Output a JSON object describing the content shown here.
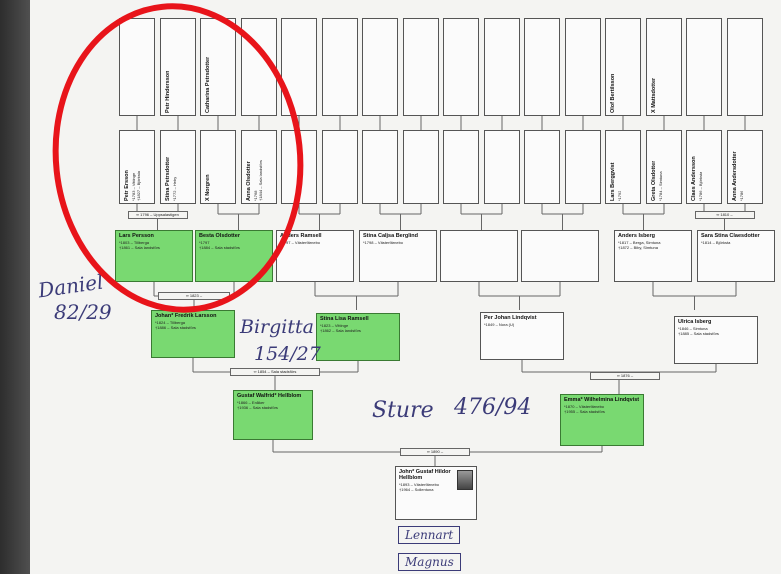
{
  "gen5": [
    {
      "name": "",
      "sub": ""
    },
    {
      "name": "Petr Hindersson",
      "sub": ""
    },
    {
      "name": "Catharina Petrsdotter",
      "sub": ""
    },
    {
      "name": "",
      "sub": ""
    },
    {
      "name": "",
      "sub": ""
    },
    {
      "name": "",
      "sub": ""
    },
    {
      "name": "",
      "sub": ""
    },
    {
      "name": "",
      "sub": ""
    },
    {
      "name": "",
      "sub": ""
    },
    {
      "name": "",
      "sub": ""
    },
    {
      "name": "",
      "sub": ""
    },
    {
      "name": "",
      "sub": ""
    },
    {
      "name": "Olof Bertilsson",
      "sub": ""
    },
    {
      "name": "X Mattsdotter",
      "sub": ""
    },
    {
      "name": "",
      "sub": ""
    },
    {
      "name": "",
      "sub": ""
    }
  ],
  "gen4": [
    {
      "name": "Petr Ersson",
      "sub": "*1783 – Vittinge\n†1827 – Björksta"
    },
    {
      "name": "Stina Petrsdotter",
      "sub": "*1772 – Heby"
    },
    {
      "name": "X Norgren",
      "sub": ""
    },
    {
      "name": "Anna Olsdotter",
      "sub": "*1768\n†1844 – Sala landsförs"
    },
    {
      "name": "",
      "sub": ""
    },
    {
      "name": "",
      "sub": ""
    },
    {
      "name": "",
      "sub": ""
    },
    {
      "name": "",
      "sub": ""
    },
    {
      "name": "",
      "sub": ""
    },
    {
      "name": "",
      "sub": ""
    },
    {
      "name": "",
      "sub": ""
    },
    {
      "name": "",
      "sub": ""
    },
    {
      "name": "Lars Berggvist",
      "sub": "*1792"
    },
    {
      "name": "Greta Olsdotter",
      "sub": "*1784 – Simtuna"
    },
    {
      "name": "Claes Andersson",
      "sub": "*1786 – Björksta"
    },
    {
      "name": "Anna Andersdotter",
      "sub": "*1786"
    }
  ],
  "marriages_g4": [
    "∞ 1796 – Uppsalastigen",
    "",
    "",
    "",
    "",
    "",
    "",
    "∞ 1810 –"
  ],
  "gen3": [
    {
      "name": "Lars Persson",
      "sub": "*1803 – Tillberga\n†1861 – Sala landsförs"
    },
    {
      "name": "Besta Olsdotter",
      "sub": "*1797\n†1884 – Sala stadsförs"
    },
    {
      "name": "Anders Ramsell",
      "sub": "*1797 – Västerfärnebo"
    },
    {
      "name": "Stina Caljsa Berglind",
      "sub": "*1798 – Västerfärnebo"
    },
    {
      "name": "",
      "sub": ""
    },
    {
      "name": "",
      "sub": ""
    },
    {
      "name": "Anders Isberg",
      "sub": "*1817 – Berga, Simtuna\n†1872 – Biby, Simtuna"
    },
    {
      "name": "Sara Stina Claesdotter",
      "sub": "*1814 – Björksta"
    }
  ],
  "marriages_g3": [
    "∞ 1823 –",
    "",
    "",
    ""
  ],
  "gen2": [
    {
      "name": "Johan* Fredrik Larsson",
      "sub": "*1824 – Tillberga\n†1886 – Sala stadsförs"
    },
    {
      "name": "Stina Lisa Ramsell",
      "sub": "*1823 – Vittinge\n†1862 – Sala landsförs"
    },
    {
      "name": "Per Johan Lindqvist",
      "sub": "*1849 – Nora (U)"
    },
    {
      "name": "Ulrica Isberg",
      "sub": "*1846 – Simtuna\n†1885 – Sala stadsförs"
    }
  ],
  "marriages_g2": [
    "∞ 1854 – Sala stadsförs",
    "∞ 1876 –"
  ],
  "gen1": [
    {
      "name": "Gustaf Walfrid* Hellblom",
      "sub": "*1866 – Enåker\n†1936 – Sala stadsförs"
    },
    {
      "name": "Emma* Wilhelmina Lindqvist",
      "sub": "*1870 – Västerfärnebo\n†1955 – Sala stadsförs"
    }
  ],
  "marriage_g1": "∞ 1890 –",
  "root": {
    "name": "John* Gustaf Hildor Hellblom",
    "sub": "*1893 – Västerfärnebo\n†1964 – Sollentuna"
  },
  "handwriting": {
    "daniel": "Daniel",
    "daniel_num": "82/29",
    "birgitta": "Birgitta",
    "birgitta_num": "154/27",
    "sture": "Sture",
    "sture_num": "476/94",
    "lennart": "Lennart",
    "magnus": "Magnus"
  },
  "colors": {
    "highlight": "#5ad250",
    "circle": "#e8141a",
    "ink": "#3b3b78"
  }
}
